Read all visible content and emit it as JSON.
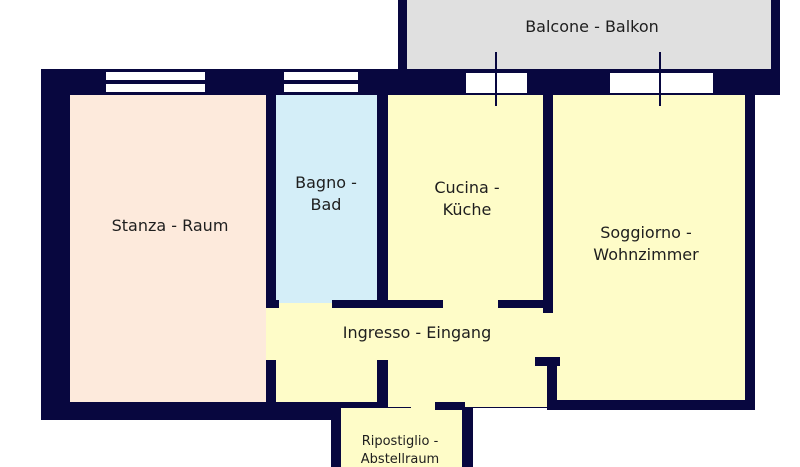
{
  "colors": {
    "wall": "#08073f",
    "stanza": "#fdeadc",
    "bagno": "#d4eef8",
    "yellow_rooms": "#fefcc8",
    "balcone": "#e0e0e0"
  },
  "rooms": {
    "balcone": {
      "label": "Balcone - Balkon"
    },
    "stanza": {
      "label": "Stanza - Raum"
    },
    "bagno": {
      "line1": "Bagno -",
      "line2": "Bad"
    },
    "cucina": {
      "line1": "Cucina -",
      "line2": "Küche"
    },
    "soggiorno": {
      "line1": "Soggiorno -",
      "line2": "Wohnzimmer"
    },
    "ingresso": {
      "label": "Ingresso - Eingang"
    },
    "ripostiglio": {
      "line1": "Ripostiglio -",
      "line2": "Abstellraum"
    }
  }
}
